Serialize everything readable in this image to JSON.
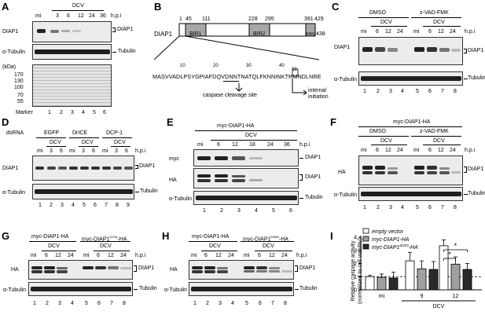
{
  "panels": [
    "A",
    "B",
    "C",
    "D",
    "E",
    "F",
    "G",
    "H",
    "I"
  ],
  "common": {
    "hpi": "h.p.i",
    "dcv": "DCV",
    "diap1": "DIAP1",
    "tubulin": "Tubulin",
    "atub": "α-Tubulin",
    "mi": "mi"
  },
  "A": {
    "times": [
      "mi",
      "3",
      "6",
      "12",
      "24",
      "36"
    ],
    "kda": "(kDa)",
    "marker_sizes": [
      "170",
      "130",
      "100",
      "70",
      "55"
    ],
    "marker_label": "Marker",
    "lanes": [
      "1",
      "2",
      "3",
      "4",
      "5",
      "6"
    ]
  },
  "B": {
    "protein": "DIAP1",
    "start": "1",
    "end": "438",
    "positions": [
      "45",
      "111",
      "228",
      "295",
      "391",
      "429"
    ],
    "domains": [
      "BIR1",
      "BIR2",
      "RING"
    ],
    "seq_nums": [
      "10",
      "20",
      "30",
      "40"
    ],
    "seq": "MASVVADLPSYGPIAFDQVDNNTNATQLFKNNINKTRMNDLNRE",
    "cleavage": "caspase cleavage site",
    "internal1": "internal",
    "internal2": "initiation",
    "m38": "38"
  },
  "C": {
    "dmso": "DMSO",
    "zvad": "z-VAD-FMK",
    "times": [
      "mi",
      "6",
      "12",
      "24",
      "mi",
      "6",
      "12",
      "24"
    ],
    "lanes": [
      "1",
      "2",
      "3",
      "4",
      "5",
      "6",
      "7",
      "8"
    ]
  },
  "D": {
    "dsrna": "dsRNA",
    "groups": [
      "EGFP",
      "DrICE",
      "DCP-1"
    ],
    "times": [
      "mi",
      "3",
      "6",
      "mi",
      "3",
      "6",
      "mi",
      "3",
      "6"
    ],
    "lanes": [
      "1",
      "2",
      "3",
      "4",
      "5",
      "6",
      "7",
      "8",
      "9"
    ]
  },
  "E": {
    "construct": "myc-DIAP1-HA",
    "times": [
      "mi",
      "6",
      "12",
      "18",
      "24",
      "36"
    ],
    "rows": [
      "myc",
      "HA",
      "α-Tubulin"
    ],
    "lanes": [
      "1",
      "2",
      "3",
      "4",
      "5",
      "6"
    ]
  },
  "F": {
    "construct": "myc-DIAP1-HA",
    "dmso": "DMSO",
    "zvad": "z-VAD-FMK",
    "ha": "HA",
    "times": [
      "mi",
      "6",
      "12",
      "24",
      "mi",
      "6",
      "12",
      "24"
    ],
    "lanes": [
      "1",
      "2",
      "3",
      "4",
      "5",
      "6",
      "7",
      "8"
    ]
  },
  "G": {
    "c1": "myc-DIAP1-HA",
    "c2": "myc-DIAP1",
    "c2sup": "D20A",
    "c2tail": "-HA",
    "ha": "HA",
    "times": [
      "mi",
      "6",
      "12",
      "24",
      "mi",
      "6",
      "12",
      "24"
    ],
    "lanes": [
      "1",
      "2",
      "3",
      "4",
      "5",
      "6",
      "7",
      "8"
    ]
  },
  "H": {
    "c1": "myc-DIAP1-HA",
    "c2": "myc-DIAP1",
    "c2sup": "M38A",
    "c2tail": "-HA",
    "ha": "HA",
    "times": [
      "mi",
      "6",
      "12",
      "24",
      "mi",
      "6",
      "12",
      "24"
    ],
    "lanes": [
      "1",
      "2",
      "3",
      "4",
      "5",
      "6",
      "7",
      "8"
    ]
  },
  "chart_data": {
    "type": "bar",
    "categories": [
      "mi",
      "9",
      "12"
    ],
    "xlabel": "DCV",
    "ylabel": "Relative caspase activity",
    "ylabel2": "(normalized to cell viability)",
    "yticks": [
      "0",
      "1",
      "2",
      "3",
      "4"
    ],
    "ylim": [
      0,
      4
    ],
    "series": [
      {
        "name": "empty vector",
        "color": "#ffffff",
        "values": [
          1.0,
          2.2,
          3.35
        ],
        "errors": [
          0.1,
          0.65,
          0.45
        ]
      },
      {
        "name": "myc-DIAP1-HA",
        "color": "#a0a0a0",
        "values": [
          0.95,
          1.6,
          1.95
        ],
        "errors": [
          0.25,
          0.6,
          0.55
        ]
      },
      {
        "name": "myc-DIAP1",
        "name_sup": "ΔN20",
        "name_tail": "-HA",
        "color": "#2a2a2a",
        "values": [
          0.9,
          1.55,
          1.55
        ],
        "errors": [
          0.45,
          0.6,
          0.45
        ]
      }
    ],
    "significance": [
      "*",
      "*"
    ],
    "dashed_line": 1
  }
}
